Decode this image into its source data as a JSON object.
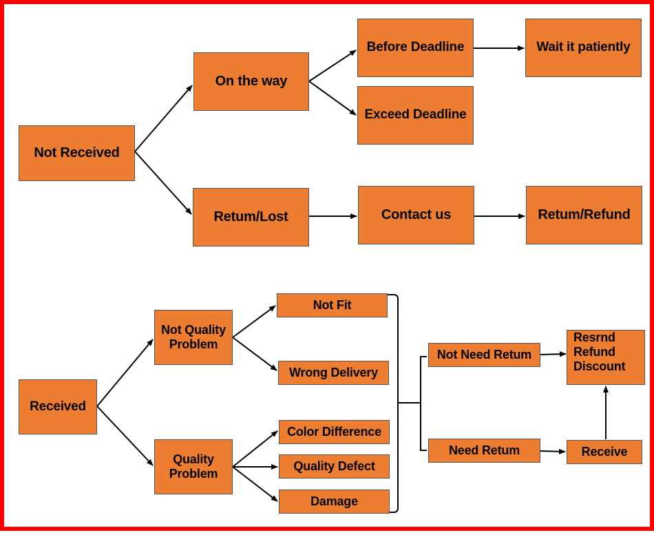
{
  "colors": {
    "frame": "#ff0000",
    "node_fill": "#ed7d31",
    "node_border": "#555555",
    "connector": "#000000"
  },
  "top_flow": {
    "not_received": "Not Received",
    "on_the_way": "On the way",
    "before_deadline": "Before Deadline",
    "wait_patiently": "Wait it patiently",
    "exceed_deadline": "Exceed Deadline",
    "return_lost": "Retum/Lost",
    "contact_us": "Contact us",
    "return_refund": "Retum/Refund"
  },
  "bottom_flow": {
    "received": "Received",
    "not_quality_problem": [
      "Not Quality",
      "Problem"
    ],
    "quality_problem": [
      "Quality",
      "Problem"
    ],
    "not_fit": "Not Fit",
    "wrong_delivery": "Wrong Delivery",
    "color_difference": "Color Difference",
    "quality_defect": "Quality Defect",
    "damage": "Damage",
    "not_need_return": "Not Need Retum",
    "need_return": "Need Retum",
    "receive": "Receive",
    "outcome": [
      "Resrnd",
      "Refund",
      "Discount"
    ]
  }
}
